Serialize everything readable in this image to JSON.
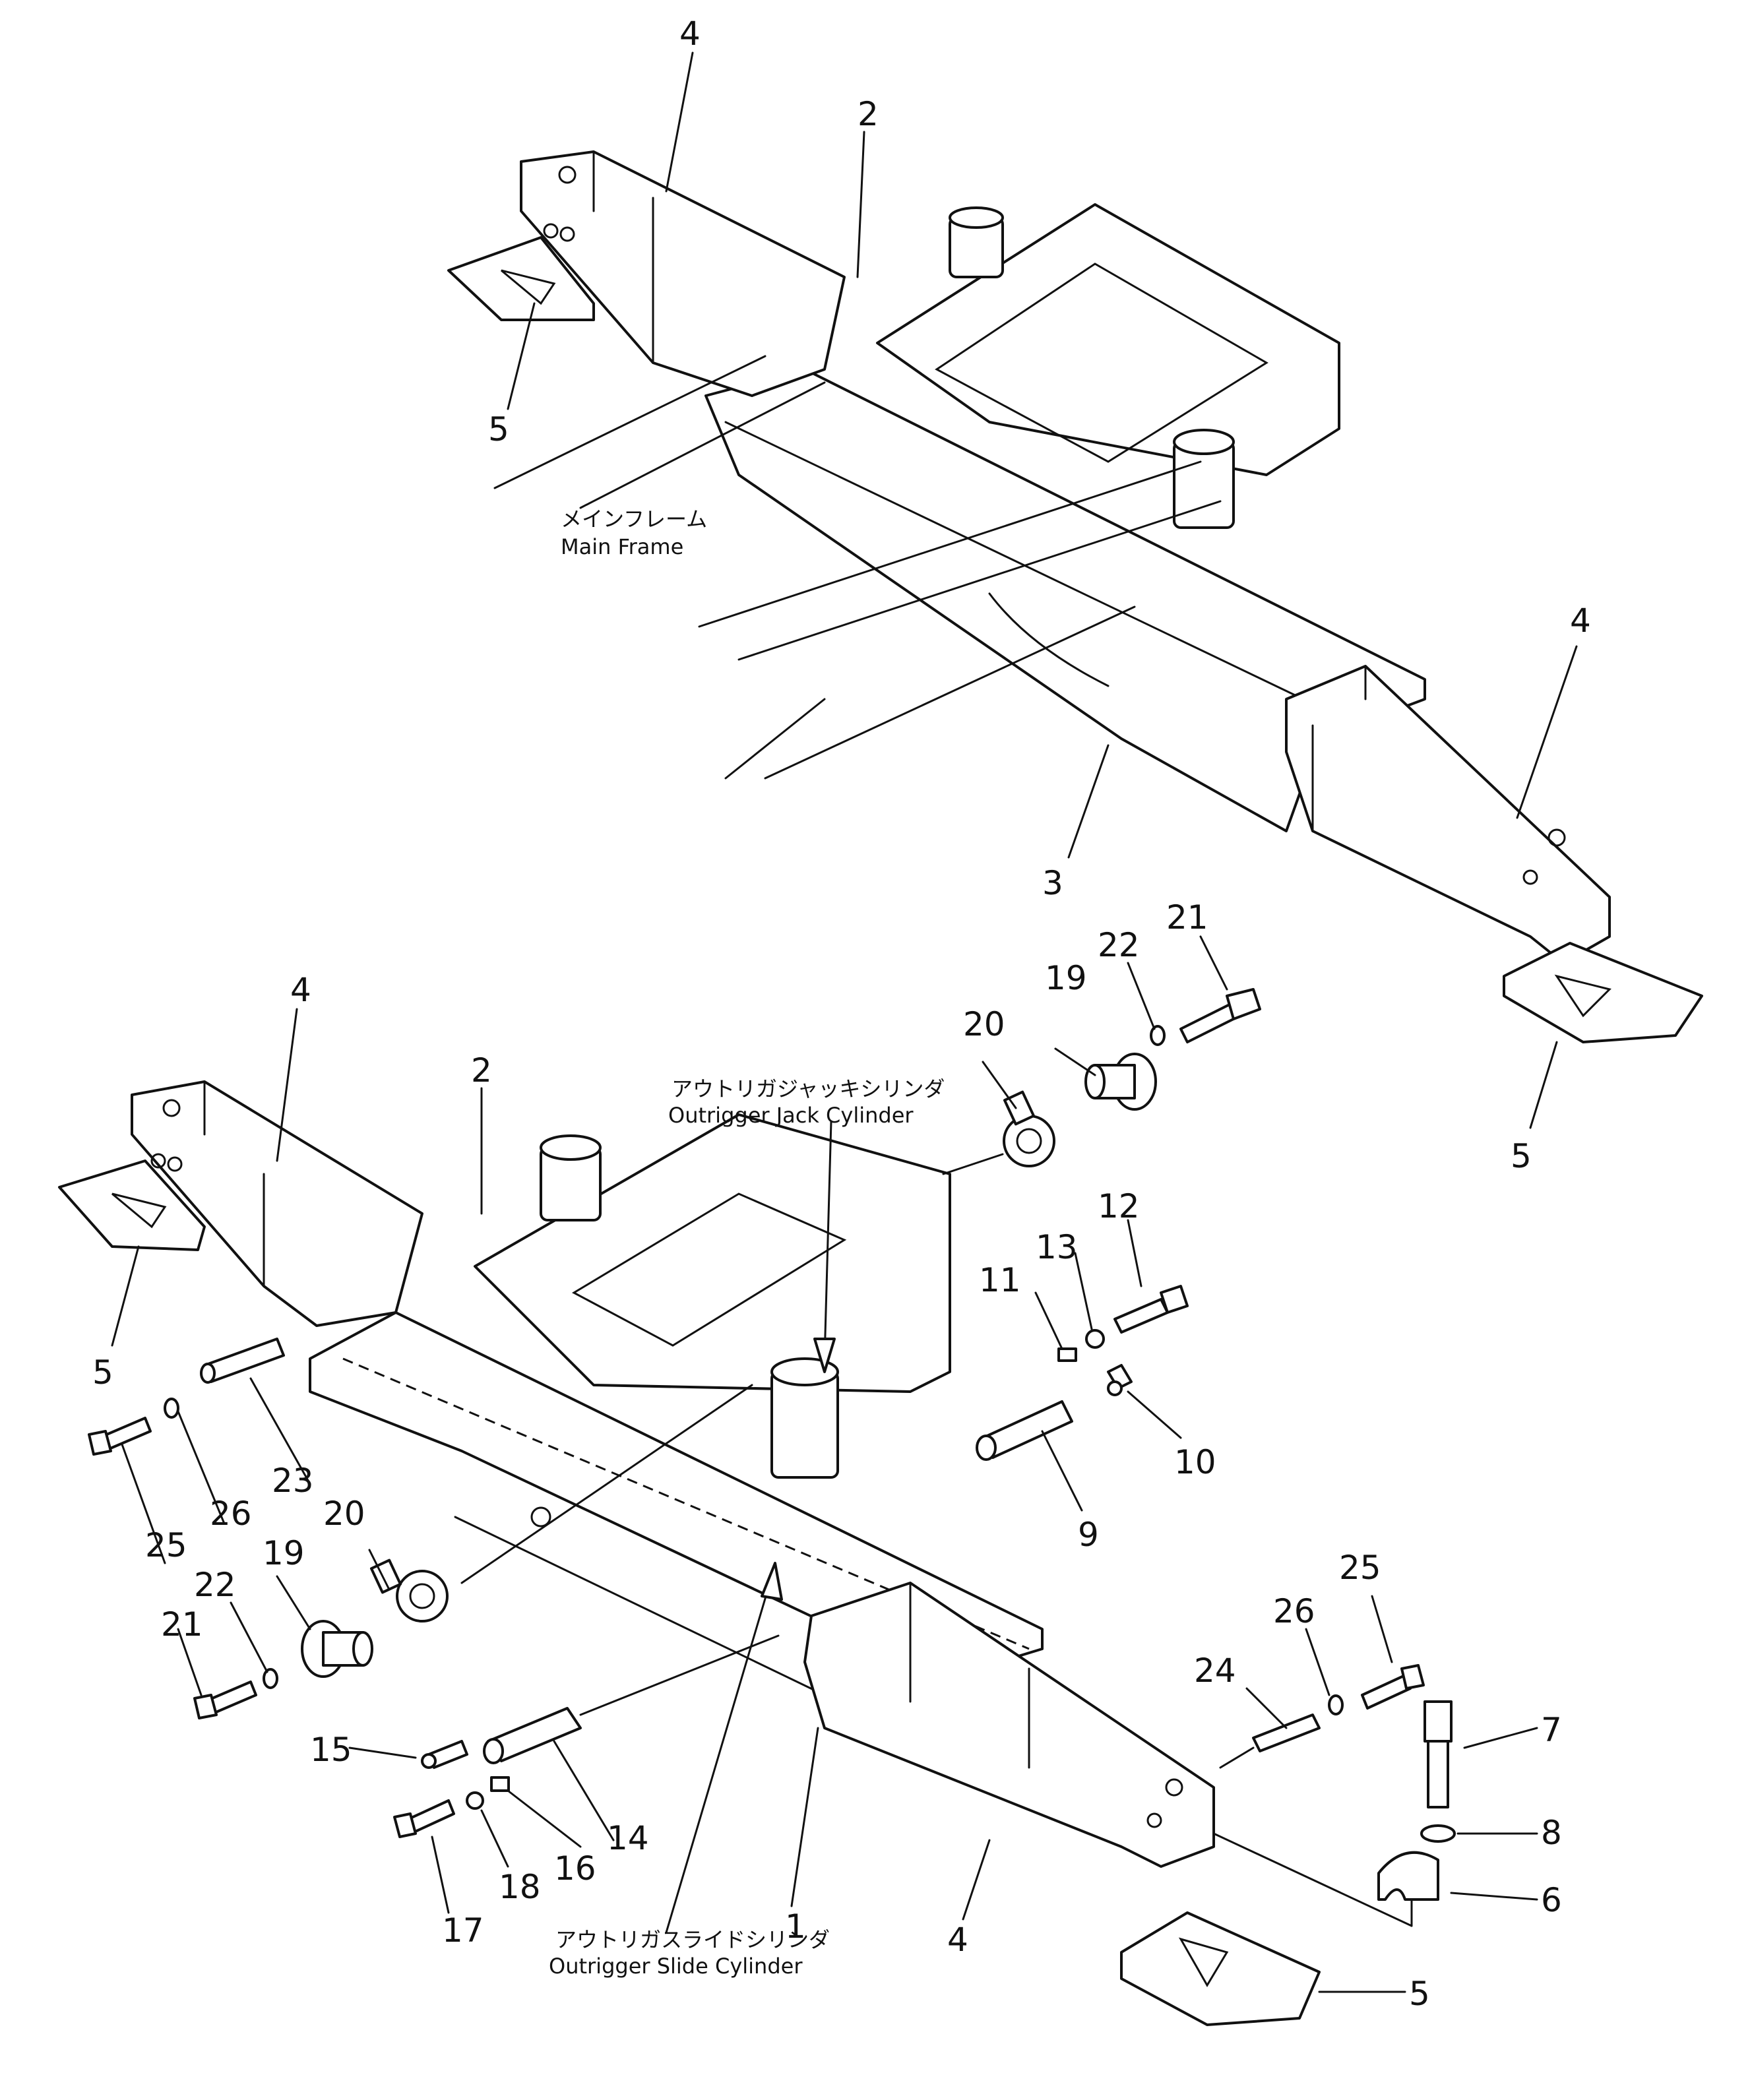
{
  "captions": {
    "main_frame_jp": "メインフレーム",
    "main_frame_en": "Main Frame",
    "jack_cylinder_jp": "アウトリガジャッキシリンダ",
    "jack_cylinder_en": "Outrigger Jack Cylinder",
    "slide_cylinder_jp": "アウトリガスライドシリンダ",
    "slide_cylinder_en": "Outrigger Slide Cylinder"
  },
  "callouts": {
    "top_4_left": "4",
    "top_2": "2",
    "top_5_left": "5",
    "top_4_right": "4",
    "top_3": "3",
    "top_5_right": "5",
    "b_4_left": "4",
    "b_2": "2",
    "b_5_left": "5",
    "b_21_top": "21",
    "b_22_top": "22",
    "b_19_top": "19",
    "b_20_top": "20",
    "b_12": "12",
    "b_13": "13",
    "b_11": "11",
    "b_10": "10",
    "b_9": "9",
    "b_23": "23",
    "b_26_left": "26",
    "b_25_left": "25",
    "b_20_left": "20",
    "b_19_left": "19",
    "b_22_left": "22",
    "b_21_left": "21",
    "b_15": "15",
    "b_14": "14",
    "b_16": "16",
    "b_18": "18",
    "b_17": "17",
    "b_1": "1",
    "b_4_bottom": "4",
    "b_24": "24",
    "b_26_right": "26",
    "b_25_right": "25",
    "b_7": "7",
    "b_8": "8",
    "b_6": "6",
    "b_5_bottom": "5"
  }
}
